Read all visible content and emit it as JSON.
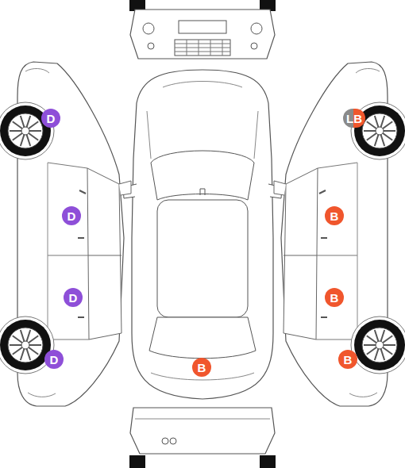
{
  "diagram": {
    "nodes": [
      {
        "text": [
          "D"
        ]
      },
      {
        "text": [
          "LB"
        ]
      },
      {
        "text": [
          "D"
        ]
      },
      {
        "text": [
          "B"
        ]
      },
      {
        "text": [
          "D"
        ]
      },
      {
        "text": [
          "B"
        ]
      },
      {
        "text": [
          "D"
        ]
      },
      {
        "text": [
          "B"
        ]
      },
      {
        "text": [
          "B"
        ]
      }
    ]
  }
}
